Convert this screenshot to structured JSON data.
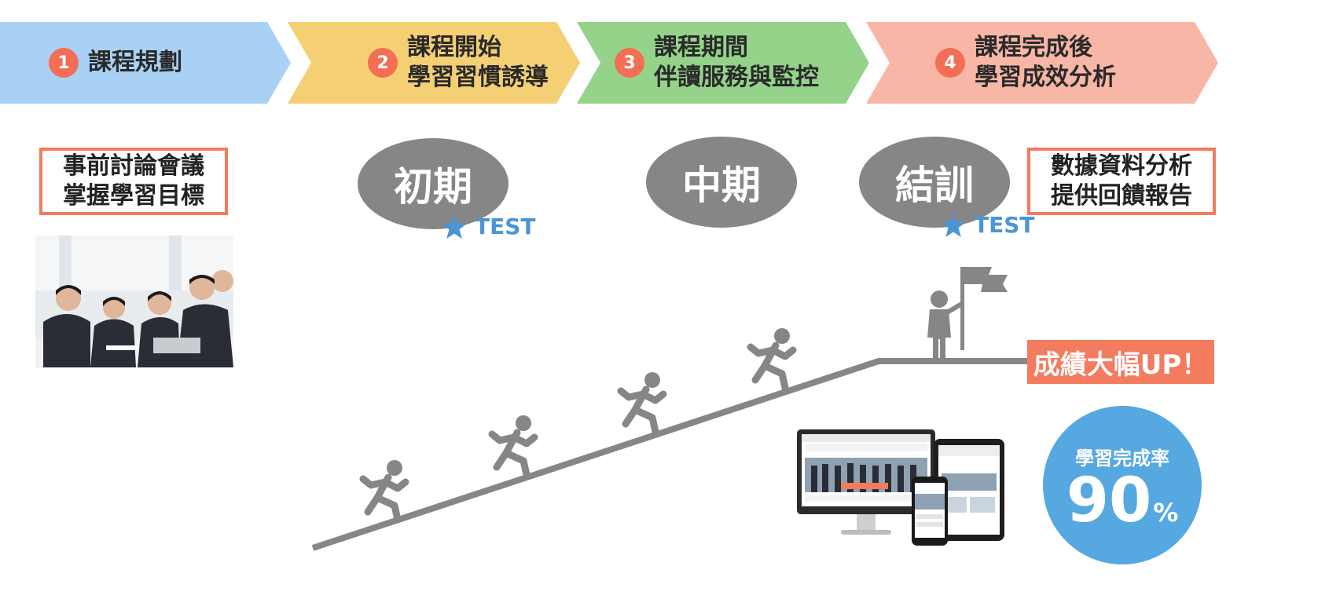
{
  "colors": {
    "step1": "#a9d1f5",
    "step2": "#f5cf74",
    "step3": "#95d38b",
    "step4": "#f8b6a6",
    "accent": "#f37b5e",
    "phase_gray": "#868686",
    "star_blue": "#4b95d5",
    "rate_blue": "#56a8e0"
  },
  "steps": [
    {
      "num": "1",
      "line1": "課程規劃",
      "line2": ""
    },
    {
      "num": "2",
      "line1": "課程開始",
      "line2": "學習習慣誘導"
    },
    {
      "num": "3",
      "line1": "課程期間",
      "line2": "伴讀服務與監控"
    },
    {
      "num": "4",
      "line1": "課程完成後",
      "line2": "學習成效分析"
    }
  ],
  "notes": {
    "left": {
      "line1": "事前討論會議",
      "line2": "掌握學習目標"
    },
    "right": {
      "line1": "數據資料分析",
      "line2": "提供回饋報告"
    }
  },
  "phases": {
    "early": "初期",
    "middle": "中期",
    "final": "結訓"
  },
  "test_labels": {
    "early": "TEST",
    "final": "TEST"
  },
  "icons": {
    "star": "star-icon",
    "runner": "runner-icon",
    "flag": "flag-person-icon"
  },
  "up_badge": "成績大幅UP！",
  "completion": {
    "label": "學習完成率",
    "value": "90",
    "unit": "%"
  }
}
